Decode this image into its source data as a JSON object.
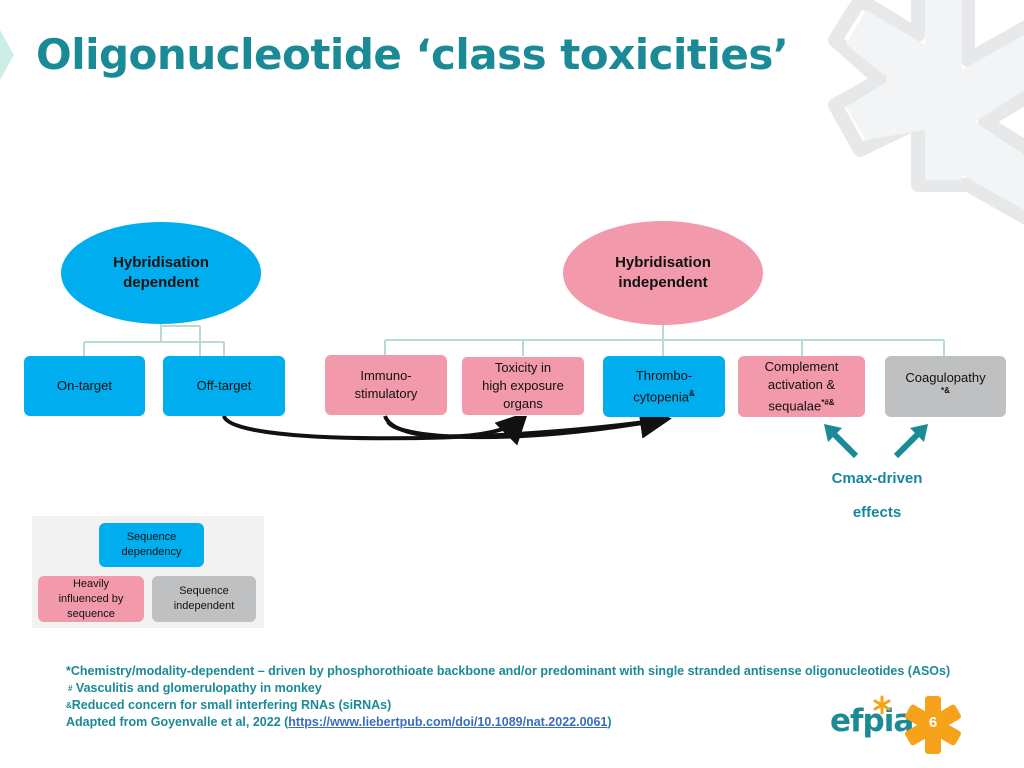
{
  "slide": {
    "title": "Oligonucleotide ‘class toxicities’",
    "page_number": "6"
  },
  "diagram": {
    "root_dependent": {
      "line1": "Hybridisation",
      "line2": "dependent"
    },
    "root_independent": {
      "line1": "Hybridisation",
      "line2": "independent"
    },
    "nodes": {
      "on_target": "On-target",
      "off_target": "Off-target",
      "immuno_1": "Immuno-",
      "immuno_2": "stimulatory",
      "toxicity_1": "Toxicity in",
      "toxicity_2": "high exposure",
      "toxicity_3": "organs",
      "thrombo_1": "Thrombo-",
      "thrombo_2": "cytopenia",
      "thrombo_sup": "&",
      "complement_1": "Complement",
      "complement_2": "activation &",
      "complement_3": "sequalae",
      "complement_sup": "*#&",
      "coagulopathy": "Coagulopathy",
      "coagulopathy_sup": "*&"
    },
    "cmax_line1": "Cmax-driven",
    "cmax_line2": "effects"
  },
  "legend": {
    "sequence_dependency_1": "Sequence",
    "sequence_dependency_2": "dependency",
    "heavily_1": "Heavily",
    "heavily_2": "influenced by",
    "heavily_3": "sequence",
    "independent_1": "Sequence",
    "independent_2": "independent"
  },
  "footnotes": {
    "line1": "*Chemistry/modality-dependent – driven by phosphorothioate backbone and/or predominant with single stranded antisense oligonucleotides (ASOs)",
    "line2_symbol": "#",
    "line2_text": " Vasculitis and glomerulopathy in monkey",
    "line3_symbol": "&",
    "line3_text": "Reduced concern for small interfering RNAs (siRNAs)",
    "line4_prefix": "Adapted from Goyenvalle et al, 2022 (",
    "line4_link": "https://www.liebertpub.com/doi/10.1089/nat.2022.0061",
    "line4_suffix": ")"
  },
  "logo": {
    "text": "efpia"
  },
  "colors": {
    "title": "#1a8a96",
    "blue": "#00aeef",
    "pink": "#f29aab",
    "grey": "#bfc0c2",
    "connector": "#b7dcd6",
    "logo_star": "#f7a21b"
  }
}
